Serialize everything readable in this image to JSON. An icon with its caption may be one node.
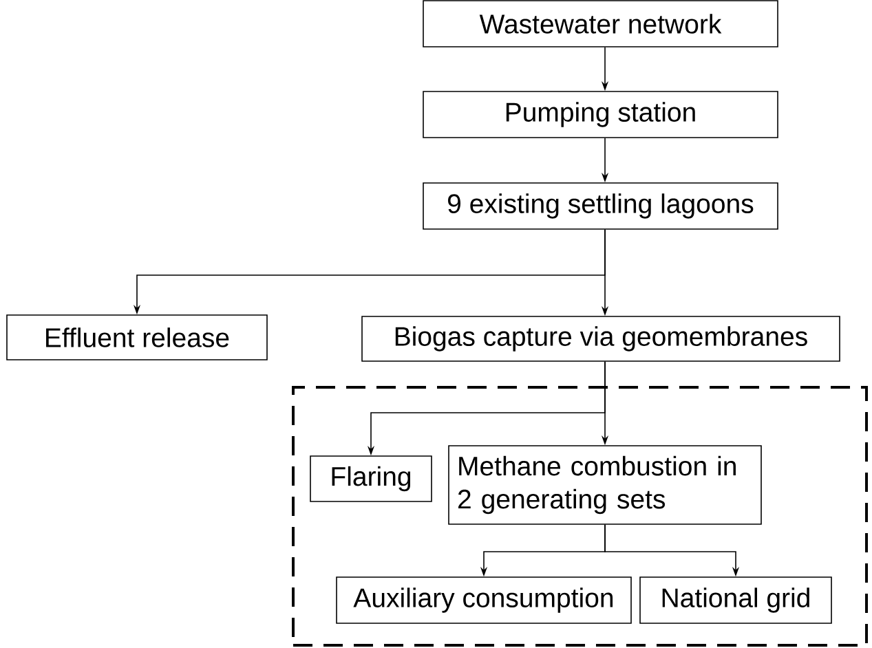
{
  "diagram": {
    "nodes": [
      {
        "text": [
          "Wastewater network"
        ]
      },
      {
        "text": [
          "Pumping station"
        ]
      },
      {
        "text": [
          "9 existing settling lagoons"
        ]
      },
      {
        "text": [
          "Effluent release"
        ]
      },
      {
        "text": [
          "Biogas capture via geomembranes"
        ]
      },
      {
        "text": [],
        "shape": "box"
      },
      {
        "text": [
          "Flaring"
        ],
        "in": 5
      },
      {
        "text": [
          "Methane combustion in 2 generating sets"
        ],
        "in": 5
      },
      {
        "text": [
          "Auxiliary consumption"
        ],
        "in": 5
      },
      {
        "text": [
          "National grid"
        ],
        "in": 5
      }
    ],
    "edges": [
      {
        "from": 0,
        "to": 1,
        "arrow": "to"
      },
      {
        "from": 1,
        "to": 2,
        "arrow": "to"
      },
      {
        "from": 2,
        "to": 3,
        "arrow": "to"
      },
      {
        "from": 2,
        "to": 4,
        "arrow": "to"
      },
      {
        "from": 4,
        "to": 6,
        "arrow": "to"
      },
      {
        "from": 4,
        "to": 7,
        "arrow": "to"
      },
      {
        "from": 7,
        "to": 8,
        "arrow": "to"
      },
      {
        "from": 7,
        "to": 9,
        "arrow": "to"
      }
    ]
  }
}
